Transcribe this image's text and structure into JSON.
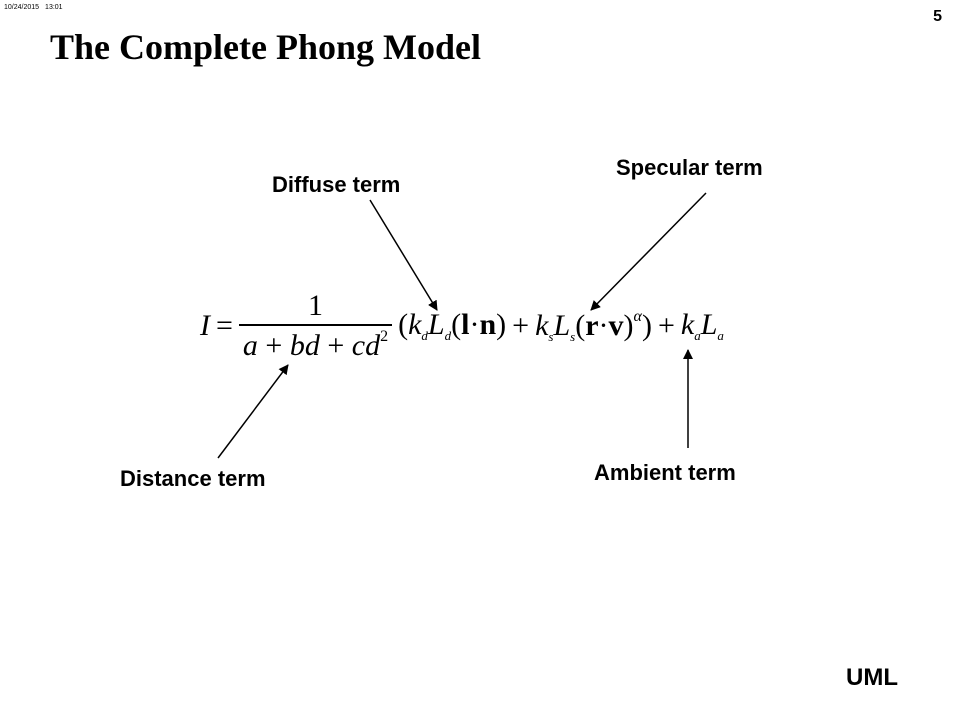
{
  "header": {
    "date": "10/24/2015",
    "time": "13:01",
    "slide_number": "5"
  },
  "title": "The Complete Phong Model",
  "labels": {
    "diffuse": "Diffuse term",
    "specular": "Specular term",
    "distance": "Distance term",
    "ambient": "Ambient term"
  },
  "equation": {
    "lhs": "I",
    "equals": "=",
    "numerator": "1",
    "den_a": "a",
    "den_bd": "bd",
    "den_cd": "cd",
    "den_exp": "2",
    "plus": "+",
    "k": "k",
    "L": "L",
    "sub_a": "a",
    "sub_d": "d",
    "sub_s": "s",
    "l": "l",
    "n": "n",
    "r": "r",
    "v": "v",
    "dot": "·",
    "alpha": "α",
    "lparen": "(",
    "rparen": ")"
  },
  "footer": "UML"
}
